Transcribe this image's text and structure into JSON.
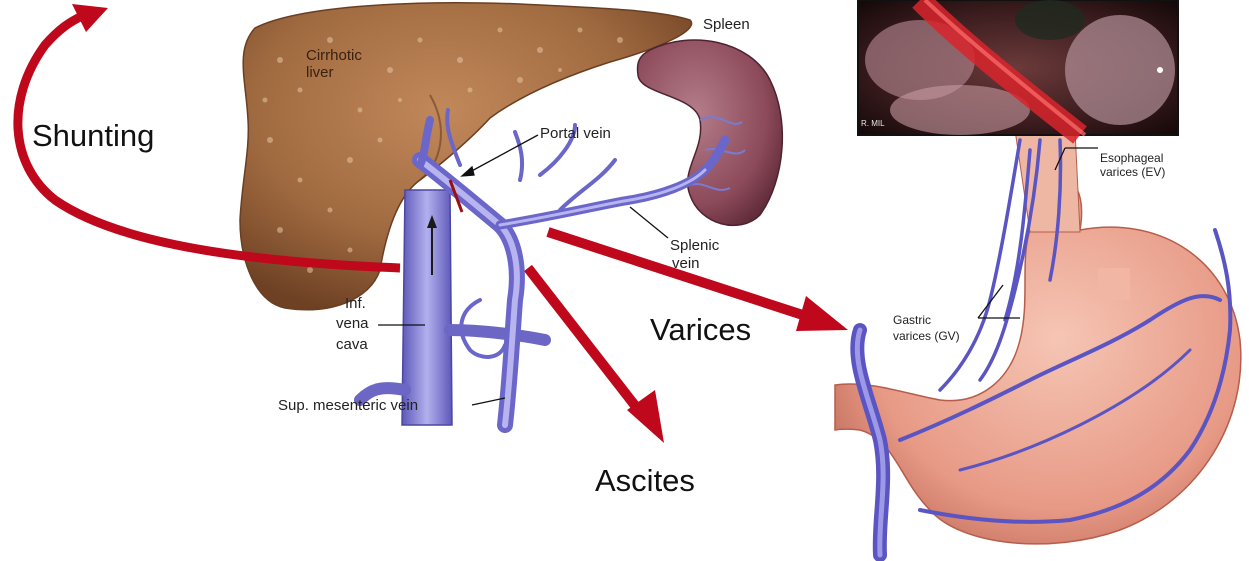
{
  "labels": {
    "shunting": "Shunting",
    "varices": "Varices",
    "ascites": "Ascites"
  },
  "anatomy": {
    "liver_line1": "Cirrhotic",
    "liver_line2": "liver",
    "spleen": "Spleen",
    "portal_vein": "Portal vein",
    "splenic_line1": "Splenic",
    "splenic_line2": "vein",
    "ivc_line1": "Inf.",
    "ivc_line2": "vena",
    "ivc_line3": "cava",
    "smv": "Sup. mesenteric vein",
    "ev_line1": "Esophageal",
    "ev_line2": "varices (EV)",
    "gv_line1": "Gastric",
    "gv_line2": "varices (GV)"
  },
  "endoscopy": {
    "caption": "R. MIL"
  },
  "colors": {
    "arrow": "#c0081c",
    "liver": "#9b6238",
    "spleen": "#8d4a57",
    "vein": "#7e7ad0",
    "stomach": "#e8a08e",
    "endoscope_bg": "#2b1517"
  },
  "icons": {
    "shunting_arrow": "curved-arrow",
    "straight_arrows": "arrow"
  }
}
